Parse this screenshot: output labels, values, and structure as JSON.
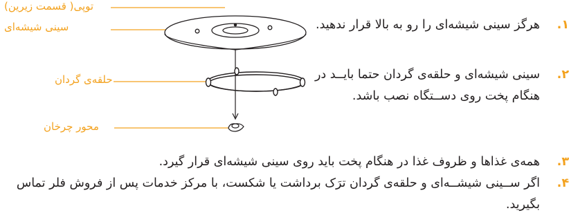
{
  "diagram": {
    "labels": [
      "توپی( قسمت زیرین)",
      "سینی شیشه‌ای",
      "حلقه‌ی گردان",
      "محور چرخان"
    ]
  },
  "instructions": [
    {
      "number": "۱.",
      "text": "هرگز سینی شیشه‌ای را رو به بالا قرار ندهید."
    },
    {
      "number": "۲.",
      "text": "سینی شیشه‌ای و حلقه‌ی گردان حتما بایــد در هنگام پخت روی دســتگاه نصب باشد."
    },
    {
      "number": "۳.",
      "text": "همه‌ی غذاها و ظروف غذا در هنگام پخت باید روی سینی شیشه‌ای قرار گیرد."
    },
    {
      "number": "۴.",
      "text": "اگر ســینی شیشــه‌ای و حلقه‌ی گردان ترَک برداشت یا شکست، با مرکز خدمات پس از فروش فلر تماس بگیرید."
    }
  ],
  "colors": {
    "accent": "#f3a21f",
    "text": "#231f20"
  }
}
